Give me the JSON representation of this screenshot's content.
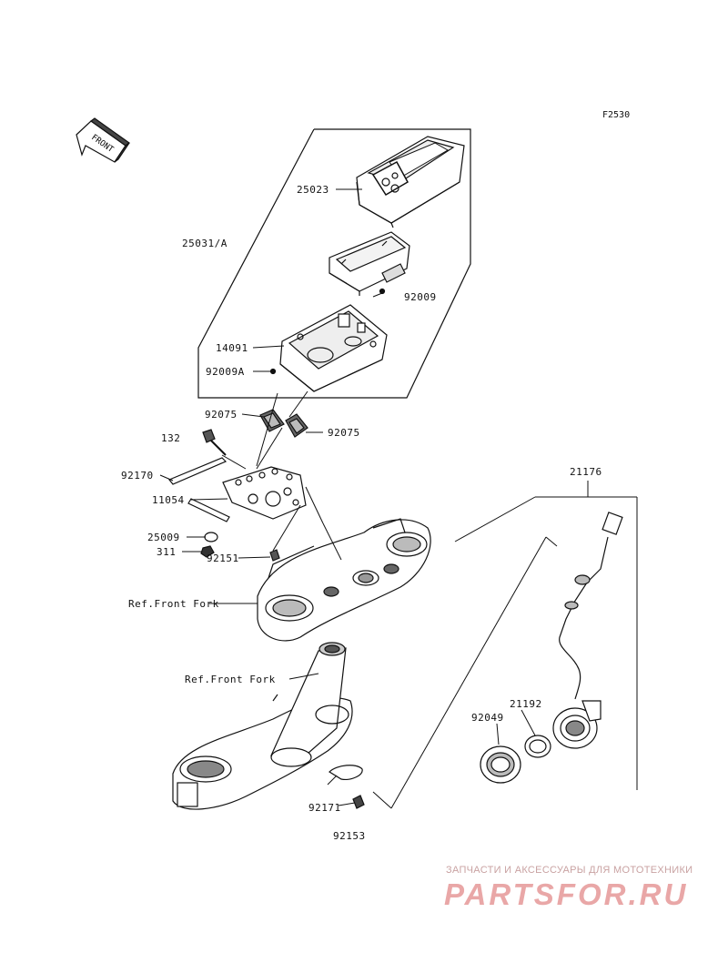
{
  "figure_code": "F2530",
  "front_arrow": "FRONT",
  "parts": {
    "p25023": "25023",
    "p25031A": "25031/A",
    "p92009": "92009",
    "p14091": "14091",
    "p92009A": "92009A",
    "p92075_left": "92075",
    "p92075_right": "92075",
    "p132": "132",
    "p92170": "92170",
    "p11054": "11054",
    "p25009": "25009",
    "p311": "311",
    "p92151": "92151",
    "ref_front_fork_1": "Ref.Front Fork",
    "ref_front_fork_2": "Ref.Front Fork",
    "p21176": "21176",
    "p21192": "21192",
    "p92049": "92049",
    "p92171": "92171",
    "p92153": "92153"
  },
  "watermark": {
    "tagline": "ЗАПЧАСТИ И АКСЕССУАРЫ ДЛЯ МОТОТЕХНИКИ",
    "logo": "PARTSFOR.RU"
  }
}
